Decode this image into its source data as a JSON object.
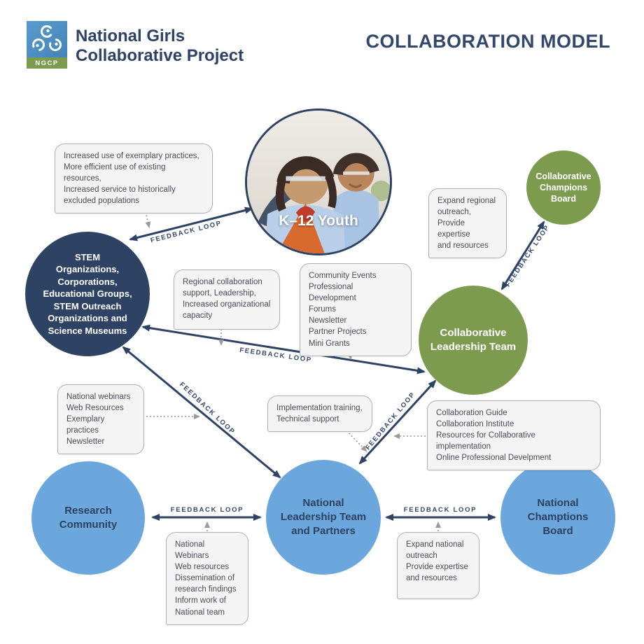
{
  "header": {
    "logo_acronym": "NGCP",
    "brand_name": "National Girls\nCollaborative Project",
    "page_title": "COLLABORATION MODEL"
  },
  "labels": {
    "feedback_loop": "FEEDBACK LOOP"
  },
  "nodes": {
    "k12_youth": {
      "label": "K–12 Youth"
    },
    "stem_orgs": {
      "label": "STEM\nOrganizations,\nCorporations,\nEducational Groups,\nSTEM Outreach\nOrganizations and\nScience Museums"
    },
    "collab_champions": {
      "label": "Collaborative\nChampions\nBoard"
    },
    "collab_leadership": {
      "label": "Collaborative\nLeadership Team"
    },
    "research_community": {
      "label": "Research\nCommunity"
    },
    "national_leadership": {
      "label": "National\nLeadership Team\nand Partners"
    },
    "national_champtions": {
      "label": "National\nChamptions\nBoard"
    }
  },
  "callouts": {
    "exemplary_practices": "Increased use of exemplary practices,\nMore efficient use of existing resources,\nIncreased service to historically\nexcluded populations",
    "expand_regional": "Expand regional\noutreach,\nProvide expertise\nand resources",
    "regional_support": "Regional collaboration\nsupport, Leadership,\nIncreased organizational\ncapacity",
    "community_events": "Community Events\nProfessional Development\nForums\nNewsletter\nPartner Projects\nMini Grants",
    "national_webinars_left": "National webinars\nWeb Resources\nExemplary practices\nNewsletter",
    "implementation": "Implementation training,\nTechnical support",
    "collab_guide": "Collaboration Guide\nCollaboration Institute\nResources for Collaborative implementation\nOnline Professional Develpment",
    "national_webinars_bottom": "National Webinars\nWeb resources\nDissemination of\nresearch findings\nInform work of\nNational team",
    "expand_national": "Expand national\noutreach\nProvide expertise\nand resources"
  },
  "colors": {
    "navy": "#2e4263",
    "green": "#7d9b4f",
    "blue": "#6ba7dc",
    "box_bg": "#f4f4f4",
    "box_border": "#b0b0b0",
    "title": "#33476b"
  }
}
